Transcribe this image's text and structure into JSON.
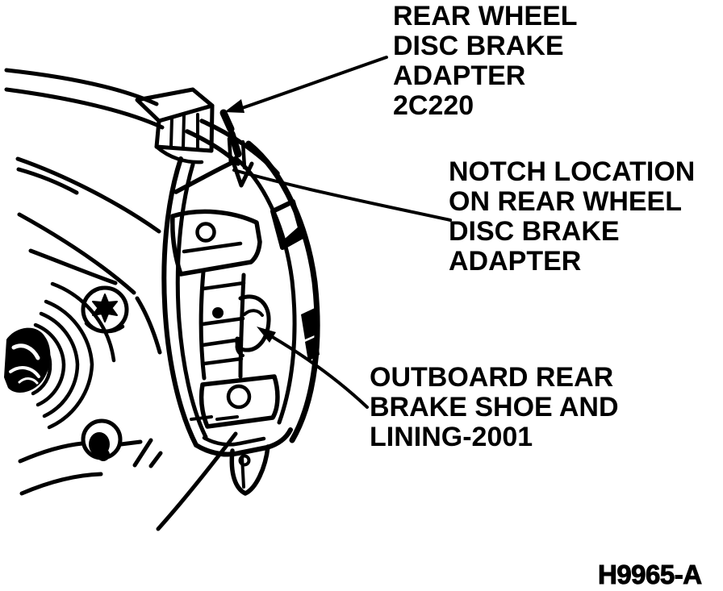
{
  "diagram": {
    "background_color": "#ffffff",
    "ink_color": "#000000",
    "labels": {
      "adapter": "REAR WHEEL\nDISC BRAKE\nADAPTER\n2C220",
      "notch": "NOTCH LOCATION\nON REAR WHEEL\nDISC BRAKE\nADAPTER",
      "shoe": "OUTBOARD REAR\nBRAKE SHOE AND\nLINING-2001"
    },
    "figure_code": "H9965-A"
  }
}
